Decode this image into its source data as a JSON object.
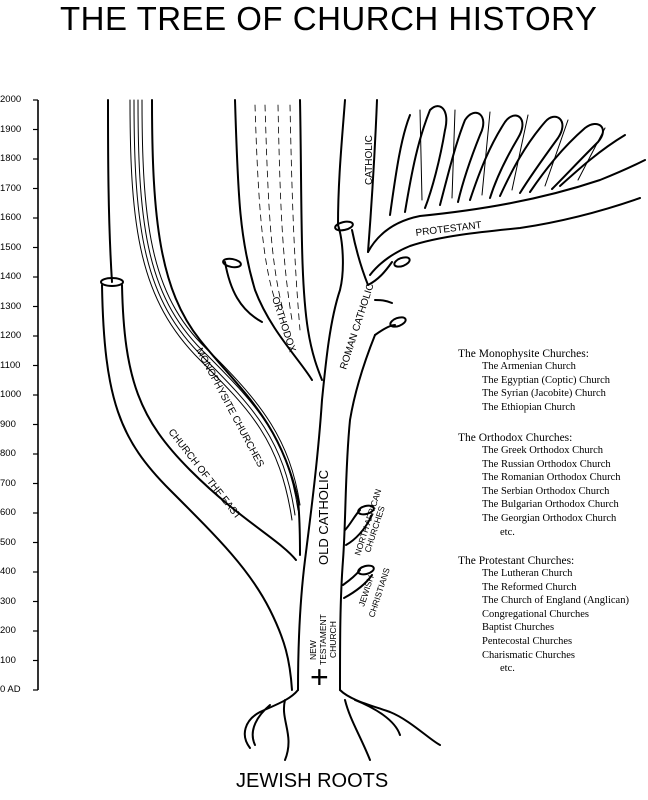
{
  "title": "THE TREE OF CHURCH HISTORY",
  "roots_label": "JEWISH ROOTS",
  "timeline": {
    "ticks": [
      "2000",
      "1900",
      "1800",
      "1700",
      "1600",
      "1500",
      "1400",
      "1300",
      "1200",
      "1100",
      "1000",
      "900",
      "800",
      "700",
      "600",
      "500",
      "400",
      "300",
      "200",
      "100",
      "0 AD"
    ]
  },
  "branches": {
    "catholic": "CATHOLIC",
    "protestant": "PROTESTANT",
    "orthodox": "ORTHODOX",
    "roman_catholic": "ROMAN CATHOLIC",
    "monophysite": "MONOPHYSITE CHURCHES",
    "church_of_east": "CHURCH OF THE EAST",
    "old_catholic": "OLD CATHOLIC",
    "north_african": [
      "NORTH AFRICAN",
      "CHURCHES"
    ],
    "jewish_christians": [
      "JEWISH",
      "CHRISTIANS"
    ],
    "new_testament": [
      "NEW",
      "TESTAMENT",
      "CHURCH"
    ],
    "cross_symbol": "+"
  },
  "legend": {
    "monophysite": {
      "heading": "The Monophysite Churches:",
      "items": [
        "The Armenian Church",
        "The Egyptian (Coptic) Church",
        "The Syrian (Jacobite) Church",
        "The Ethiopian Church"
      ]
    },
    "orthodox": {
      "heading": "The Orthodox Churches:",
      "items": [
        "The Greek Orthodox Church",
        "The Russian Orthodox Church",
        "The Romanian Orthodox Church",
        "The Serbian Orthodox Church",
        "The Bulgarian Orthodox Church",
        "The Georgian Orthodox Church"
      ],
      "etc": "etc."
    },
    "protestant": {
      "heading": "The Protestant Churches:",
      "items": [
        "The Lutheran Church",
        "The Reformed Church",
        "The Church of England (Anglican)",
        "Congregational Churches",
        "Baptist Churches",
        "Pentecostal Churches",
        "Charismatic Churches"
      ],
      "etc": "etc."
    }
  }
}
